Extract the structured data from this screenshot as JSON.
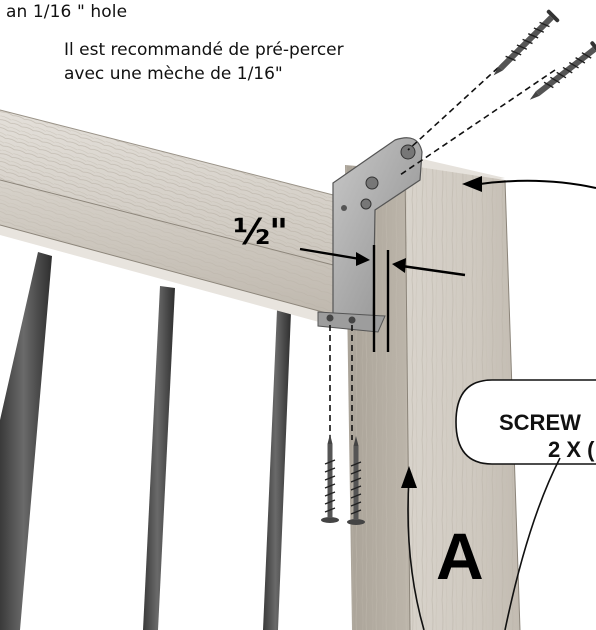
{
  "instructions": {
    "line_en": "an 1/16 \" hole",
    "line_fr_1": "Il est recommandé de pré-percer",
    "line_fr_2": "avec une mèche de 1/16\""
  },
  "dimension_label": "½\"",
  "callout": {
    "line_1": "SCREW",
    "line_2": "2 X ("
  },
  "part_label": "A",
  "colors": {
    "wood_light": "#d8d3cb",
    "wood_mid": "#c4beb4",
    "wood_dark": "#9c958a",
    "baluster": "#4a4a4a",
    "bracket": "#9a9a9a",
    "ink": "#111111"
  }
}
